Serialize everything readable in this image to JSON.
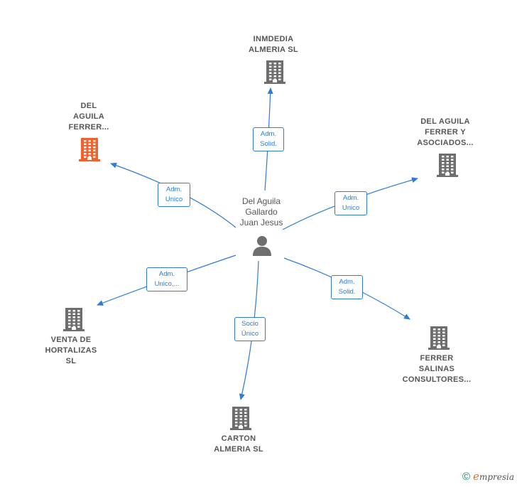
{
  "center": {
    "label": "Del Aguila\nGallardo\nJuan Jesus",
    "icon": "person-icon"
  },
  "nodes": [
    {
      "id": "inmdedia",
      "label": "INMDEDIA\nALMERIA  SL",
      "icon": "building-icon",
      "color": "#6e6e6e",
      "edge_label": "Adm.\nSolid."
    },
    {
      "id": "del-aguila-ferrer",
      "label": "DEL\nAGUILA\nFERRER...",
      "icon": "building-icon",
      "color": "#f0612d",
      "edge_label": "Adm.\nUnico"
    },
    {
      "id": "del-aguila-asociados",
      "label": "DEL AGUILA\nFERRER Y\nASOCIADOS...",
      "icon": "building-icon",
      "color": "#6e6e6e",
      "edge_label": "Adm.\nUnico"
    },
    {
      "id": "venta-hortalizas",
      "label": "VENTA DE\nHORTALIZAS\nSL",
      "icon": "building-icon",
      "color": "#6e6e6e",
      "edge_label": "Adm.\nUnico,..."
    },
    {
      "id": "ferrer-salinas",
      "label": "FERRER\nSALINAS\nCONSULTORES...",
      "icon": "building-icon",
      "color": "#6e6e6e",
      "edge_label": "Adm.\nSolid."
    },
    {
      "id": "carton-almeria",
      "label": "CARTON\nALMERIA  SL",
      "icon": "building-icon",
      "color": "#6e6e6e",
      "edge_label": "Socio\nÚnico"
    }
  ],
  "colors": {
    "edge": "#2d7bd6",
    "person": "#6e6e6e"
  },
  "footer": {
    "copyright": "©",
    "brand_e": "e",
    "brand_rest": "mpresia"
  }
}
